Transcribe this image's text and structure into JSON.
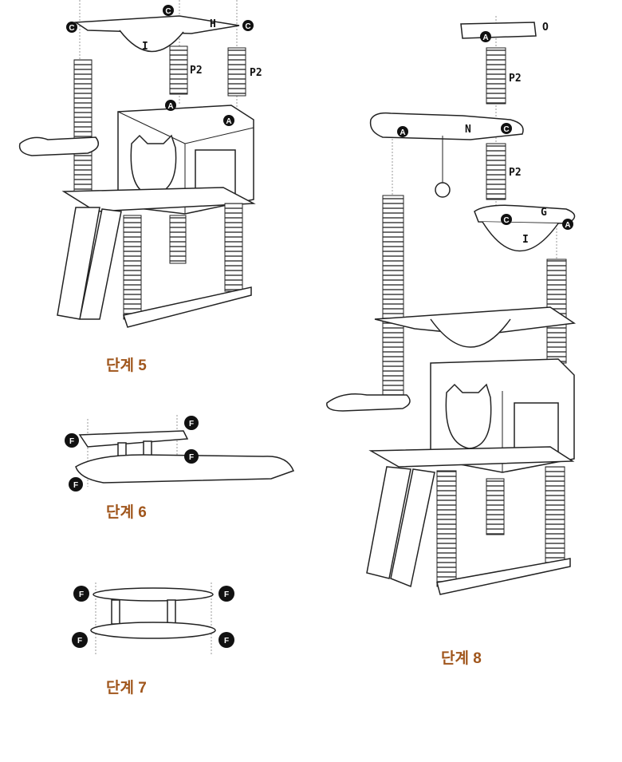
{
  "steps": {
    "step5": "단계 5",
    "step6": "단계 6",
    "step7": "단계 7",
    "step8": "단계 8"
  },
  "part_labels": {
    "C": "C",
    "H": "H",
    "I": "I",
    "P2": "P2",
    "A": "A",
    "F": "F",
    "O": "O",
    "N": "N",
    "G": "G"
  },
  "colors": {
    "step_label": "#a0561c",
    "badge": "#111111"
  }
}
